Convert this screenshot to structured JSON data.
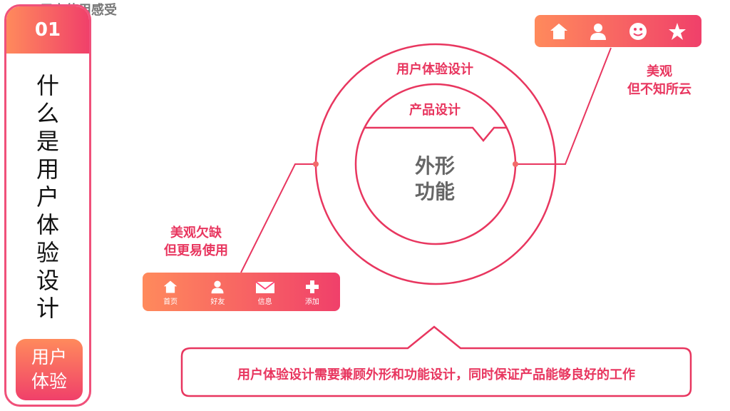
{
  "left_card": {
    "number": "01",
    "title_chars": [
      "什",
      "么",
      "是",
      "用",
      "户",
      "体",
      "验",
      "设",
      "计"
    ],
    "badge_line1": "用户",
    "badge_line2": "体验"
  },
  "diagram": {
    "outer_ring_label": "用户体验设计",
    "inner_ring_label": "产品设计",
    "center_line1": "外形",
    "center_line2": "功能",
    "bottom_label": "用户使用感受",
    "right_note_line1": "美观",
    "right_note_line2": "但不知所云",
    "left_note_line1": "美观欠缺",
    "left_note_line2": "但更易使用"
  },
  "top_bar": {
    "icons": [
      "home-icon",
      "user-icon",
      "smiley-icon",
      "star-icon"
    ]
  },
  "nav_bar": {
    "items": [
      {
        "label": "首页",
        "icon": "home-icon"
      },
      {
        "label": "好友",
        "icon": "user-icon"
      },
      {
        "label": "信息",
        "icon": "mail-icon"
      },
      {
        "label": "添加",
        "icon": "plus-icon"
      }
    ]
  },
  "callout": {
    "text": "用户体验设计需要兼顾外形和功能设计，同时保证产品能够良好的工作"
  },
  "colors": {
    "accent": "#f0406a",
    "accent_light": "#ff8a5c",
    "line": "#e8365f"
  }
}
